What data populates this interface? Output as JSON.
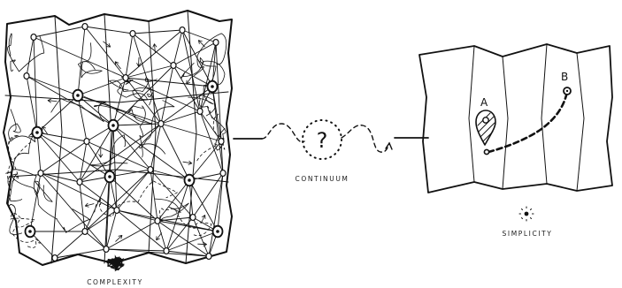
{
  "labels": {
    "complexity": "COMPLEXITY",
    "continuum": "CONTINUUM",
    "simplicity": "SIMPLICITY"
  },
  "continuum_symbol": "?",
  "simple_map": {
    "start_label": "A",
    "end_label": "B",
    "start_marker": "map-pin-icon",
    "end_marker": "circle-marker-icon"
  },
  "icons": {
    "complex_map": "tangled-map-icon",
    "complexity_symbol": "scribble-icon",
    "simplicity_symbol": "dot-icon"
  },
  "colors": {
    "ink": "#111111",
    "paper": "#ffffff"
  }
}
